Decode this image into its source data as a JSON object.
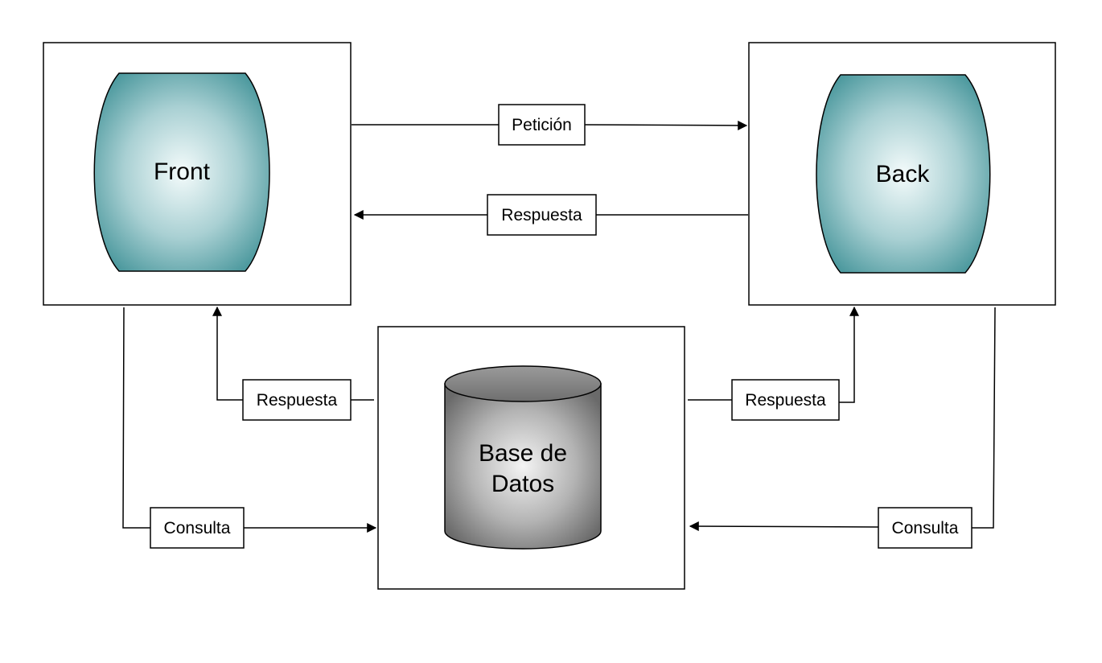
{
  "nodes": {
    "front": {
      "label": "Front",
      "color": "#4e9a9f"
    },
    "back": {
      "label": "Back",
      "color": "#4e9a9f"
    },
    "database": {
      "label_line1": "Base de",
      "label_line2": "Datos",
      "color": "#6f6f6f"
    }
  },
  "edges": {
    "front_to_back": "Petición",
    "back_to_front": "Respuesta",
    "db_to_front": "Respuesta",
    "db_to_back": "Respuesta",
    "front_to_db": "Consulta",
    "back_to_db": "Consulta"
  }
}
